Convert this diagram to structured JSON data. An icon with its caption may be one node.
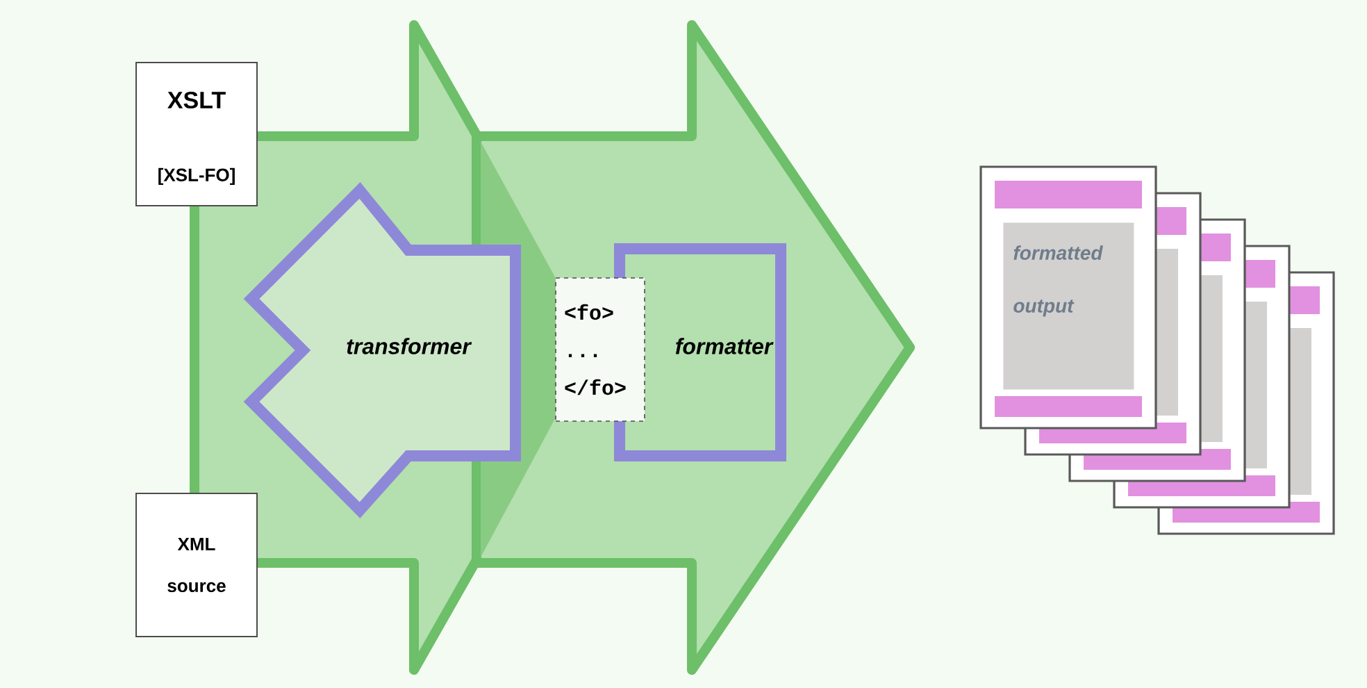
{
  "diagram": {
    "nodes": [
      {
        "text": [
          "XSLT",
          "[XSL-FO]"
        ]
      },
      {
        "text": [
          "XML source"
        ]
      },
      {
        "text": [
          "transformer"
        ]
      },
      {
        "text": [
          "<fo> ... </fo>"
        ]
      },
      {
        "text": [
          "formatter"
        ]
      },
      {
        "text": [
          "formatted output"
        ]
      }
    ]
  }
}
